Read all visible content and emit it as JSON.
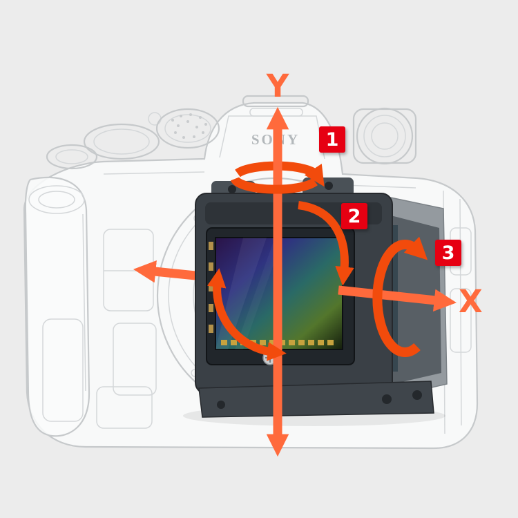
{
  "brand": {
    "logo_text": "SONY"
  },
  "axis_labels": {
    "y": "Y",
    "x": "X"
  },
  "badges": [
    {
      "label": "1"
    },
    {
      "label": "2"
    },
    {
      "label": "3"
    }
  ],
  "colors": {
    "background": "#ececec",
    "arrow": "#ff6a3c",
    "rotation": "#f24b0c",
    "badge": "#e60012",
    "badge_text": "#ffffff",
    "wireframe": "#c6c9cb",
    "sensor_frame": "#3a4046",
    "sensor_gradient": [
      "#2a1347",
      "#2f3380",
      "#2a6a66",
      "#53762c",
      "#141d0d"
    ]
  }
}
